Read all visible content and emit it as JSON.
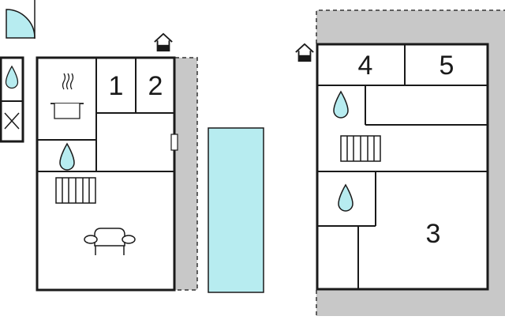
{
  "plan": {
    "colors": {
      "wall": "#1a1a1a",
      "water": "#b7ecf0",
      "terrace": "#c8c8c8",
      "pool": "#b7ecf0",
      "background": "#ffffff"
    },
    "icons": [
      "door-swing-icon",
      "water-drop-icon",
      "cross-icon",
      "cooking-pot-icon",
      "radiator-icon",
      "armchair-icon",
      "house-entrance-icon"
    ],
    "left_building": {
      "room_numbers": [
        "1",
        "2"
      ]
    },
    "right_building": {
      "room_numbers": [
        "4",
        "5",
        "3"
      ]
    }
  }
}
